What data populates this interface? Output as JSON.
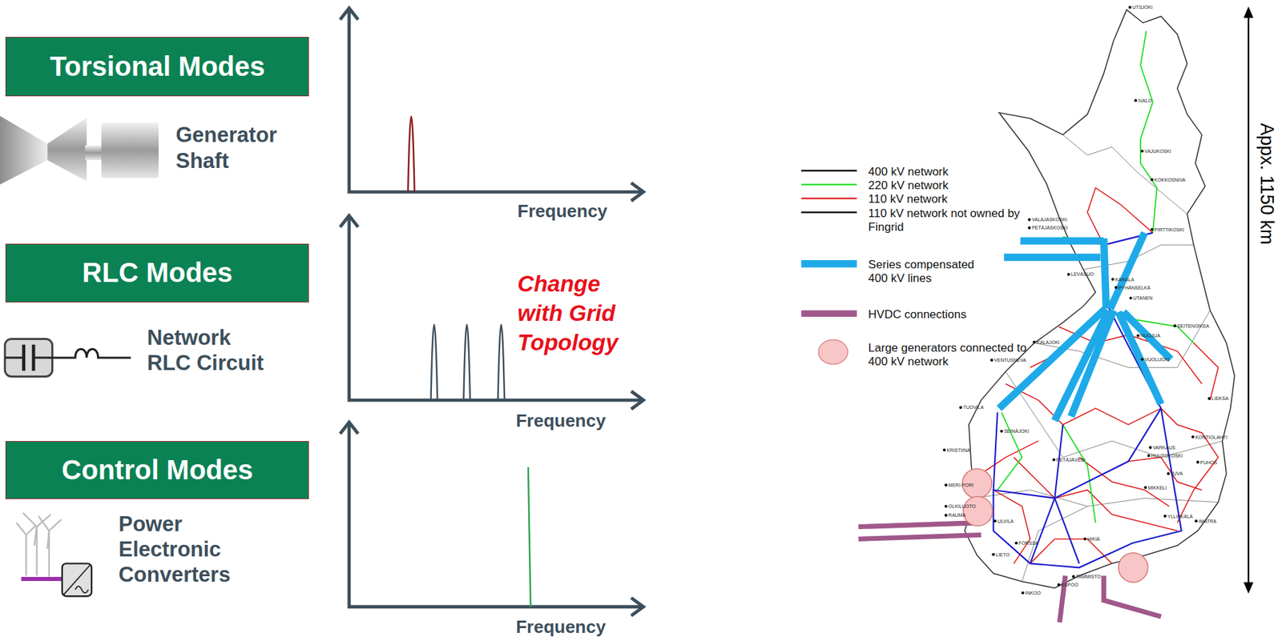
{
  "diagram": {
    "nodes": [
      {
        "text": [
          "Torsional Modes"
        ]
      },
      {
        "text": [
          "RLC Modes"
        ]
      },
      {
        "text": [
          "Control Modes"
        ]
      }
    ],
    "labels": [
      "Generator Shaft",
      "Frequency",
      "Network RLC Circuit",
      "Change with Grid Topology",
      "Frequency",
      "Power Electronic Converters",
      "Frequency",
      "UTSJOKI",
      "IVALO",
      "VAJUKOSKI",
      "KOKKOSNIVA",
      "VALAJASKOSKI",
      "PETÄJÄSKOSKI",
      "PIRTTIKOSKI",
      "LEVÄSUO",
      "KARALA",
      "PYHÄNSELKÄ",
      "UTANEN",
      "SEITENOIKEA",
      "NUOJUA",
      "VUOLIJOKI",
      "KALAJOKI",
      "VENTUSNEVA",
      "TUOVILA",
      "KRISTIINA",
      "SEINÄJOKI",
      "PETÄJÄVESI",
      "VARKAUS",
      "HUUTOKOSKI",
      "JUVA",
      "LIEKSA",
      "KONTIOLAHTI",
      "PUHOS",
      "MIKKELI",
      "MERI-PORI",
      "OLKILUOTO",
      "RAUMA",
      "ULVILA",
      "FORSSA",
      "HIKIÄ",
      "YLLIKKÄLÄ",
      "IMATRA",
      "LIETO",
      "TAMMISTO",
      "ESPOO",
      "INKOO",
      "Appx. 1150 km"
    ],
    "legend": [
      {
        "text": "400 kV network"
      },
      {
        "text": "220 kV network"
      },
      {
        "text": "110 kV network"
      },
      {
        "text": "110 kV network not owned by Fingrid"
      },
      {
        "text": "Series compensated 400 kV lines"
      },
      {
        "text": "HVDC connections"
      },
      {
        "text": "Large generators connected to 400 kV network"
      }
    ]
  }
}
